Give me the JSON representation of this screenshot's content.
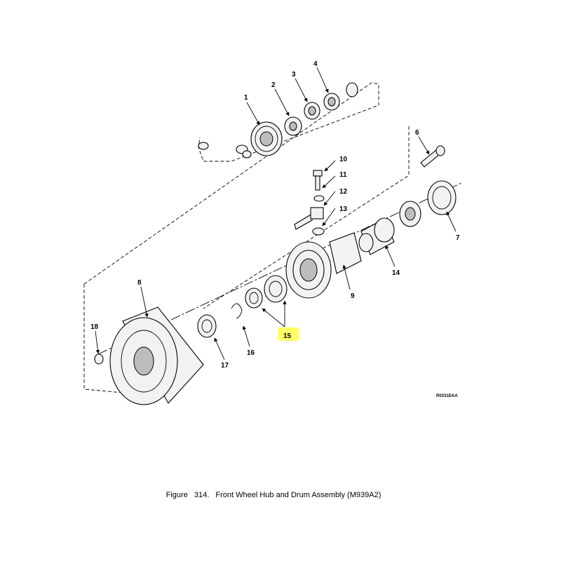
{
  "figure": {
    "label": "Figure",
    "number": "314.",
    "title": "Front Wheel Hub and Drum Assembly (M939A2)"
  },
  "drawing_id": "R0331DAA",
  "highlight_color": "#ffff66",
  "callouts": {
    "c1": "1",
    "c2": "2",
    "c3": "3",
    "c4": "4",
    "c6": "6",
    "c7": "7",
    "c8": "8",
    "c9": "9",
    "c10": "10",
    "c11": "11",
    "c12": "12",
    "c13": "13",
    "c14": "14",
    "c15": "15",
    "c16": "16",
    "c17": "17",
    "c18": "18"
  }
}
